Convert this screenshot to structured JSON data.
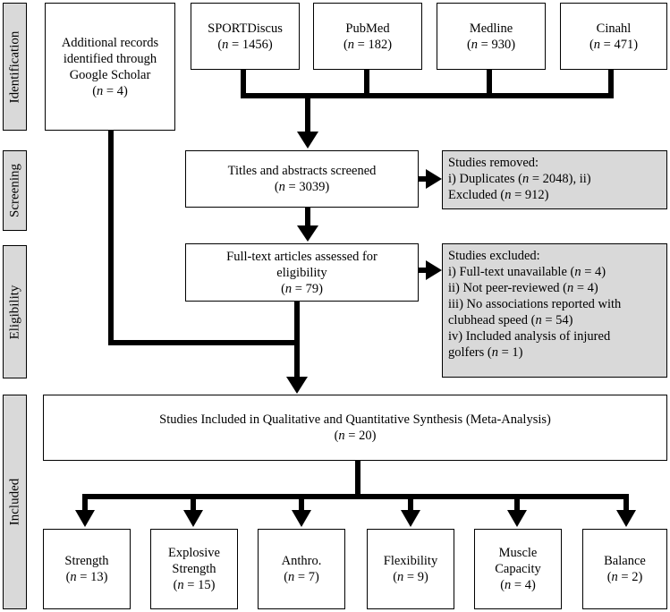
{
  "stages": {
    "identification": "Identification",
    "screening": "Screening",
    "eligibility": "Eligibility",
    "included": "Included"
  },
  "sources": {
    "google_scholar": {
      "line1": "Additional records",
      "line2": "identified through",
      "line3": "Google Scholar",
      "n_prefix": "n",
      "n_suffix": " = 4"
    },
    "sportdiscus": {
      "name": "SPORTDiscus",
      "n_prefix": "n",
      "n_suffix": " = 1456"
    },
    "pubmed": {
      "name": "PubMed",
      "n_prefix": "n",
      "n_suffix": " = 182"
    },
    "medline": {
      "name": "Medline",
      "n_prefix": "n",
      "n_suffix": " = 930"
    },
    "cinahl": {
      "name": "Cinahl",
      "n_prefix": "n",
      "n_suffix": " = 471"
    }
  },
  "screening": {
    "title": "Titles and abstracts screened",
    "n_prefix": "n",
    "n_suffix": " = 3039",
    "removed": {
      "heading": "Studies removed:",
      "line1_pre": "i) Duplicates (",
      "line1_n": "n",
      "line1_post": " = 2048), ii)",
      "line2_pre": "Excluded (",
      "line2_n": "n",
      "line2_post": " = 912)"
    }
  },
  "eligibility": {
    "title_line1": "Full-text articles assessed for",
    "title_line2": "eligibility",
    "n_prefix": "n",
    "n_suffix": " = 79",
    "excluded": {
      "heading": "Studies excluded:",
      "item1_pre": "i) Full-text unavailable (",
      "item1_n": "n",
      "item1_post": " = 4)",
      "item2_pre": "ii) Not peer-reviewed (",
      "item2_n": "n",
      "item2_post": " = 4)",
      "item3_line1": "iii) No associations reported with",
      "item3_pre": "clubhead speed (",
      "item3_n": "n",
      "item3_post": " = 54)",
      "item4_line1": "iv) Included analysis of injured",
      "item4_pre": "golfers (",
      "item4_n": "n",
      "item4_post": " = 1)"
    }
  },
  "included": {
    "title": "Studies Included in Qualitative and Quantitative Synthesis (Meta-Analysis)",
    "n_prefix": "n",
    "n_suffix": " = 20"
  },
  "categories": [
    {
      "line1": "Strength",
      "line2": "",
      "n_prefix": "n",
      "n_suffix": " = 13"
    },
    {
      "line1": "Explosive",
      "line2": "Strength",
      "n_prefix": "n",
      "n_suffix": " = 15"
    },
    {
      "line1": "Anthro.",
      "line2": "",
      "n_prefix": "n",
      "n_suffix": " = 7"
    },
    {
      "line1": "Flexibility",
      "line2": "",
      "n_prefix": "n",
      "n_suffix": " = 9"
    },
    {
      "line1": "Muscle",
      "line2": "Capacity",
      "n_prefix": "n",
      "n_suffix": " = 4"
    },
    {
      "line1": "Balance",
      "line2": "",
      "n_prefix": "n",
      "n_suffix": " = 2"
    }
  ]
}
